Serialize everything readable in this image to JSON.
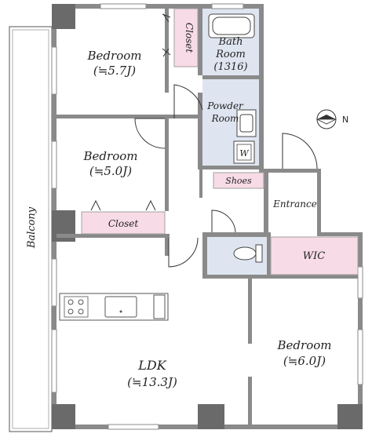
{
  "floorplan": {
    "colors": {
      "wall": "#8a8a8a",
      "wall_dark": "#6a6a6a",
      "wet_area": "#dfe5f0",
      "storage": "#f7dbe6",
      "storage_edge": "#a0a0a0",
      "text": "#222222",
      "background": "#ffffff"
    },
    "rooms": {
      "bedroom_nw": {
        "name": "Bedroom",
        "size": "(≒5.7J)"
      },
      "bedroom_w": {
        "name": "Bedroom",
        "size": "(≒5.0J)"
      },
      "bedroom_se": {
        "name": "Bedroom",
        "size": "(≒6.0J)"
      },
      "ldk": {
        "name": "LDK",
        "size": "(≒13.3J)"
      },
      "bath": {
        "name": "Bath",
        "name2": "Room",
        "size": "(1316)"
      },
      "powder": {
        "name": "Powder",
        "name2": "Room"
      },
      "closet_top": {
        "name": "Closet"
      },
      "closet_mid": {
        "name": "Closet"
      },
      "shoes": {
        "name": "Shoes"
      },
      "wic": {
        "name": "WIC"
      },
      "entrance": {
        "name": "Entrance"
      },
      "balcony": {
        "name": "Balcony"
      },
      "washer": {
        "name": "W"
      }
    },
    "compass": {
      "label": "N",
      "icon": "compass-north-icon"
    }
  }
}
